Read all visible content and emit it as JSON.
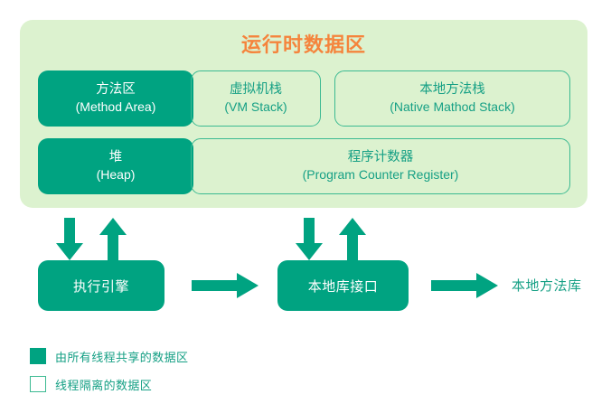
{
  "diagram": {
    "title": "运行时数据区",
    "title_color": "#f5843c",
    "panel_bg": "#dcf2cf",
    "shared_color": "#00a381",
    "isolated_border_color": "#3cba92",
    "isolated_text_color": "#16a085"
  },
  "memory_areas": [
    {
      "cn": "方法区",
      "en": "(Method Area)",
      "kind": "shared"
    },
    {
      "cn": "虚拟机栈",
      "en": "(VM Stack)",
      "kind": "isolated"
    },
    {
      "cn": "本地方法栈",
      "en": "(Native Mathod Stack)",
      "kind": "isolated"
    },
    {
      "cn": "堆",
      "en": "(Heap)",
      "kind": "shared"
    },
    {
      "cn": "程序计数器",
      "en": "(Program Counter Register)",
      "kind": "isolated"
    }
  ],
  "process": {
    "exec_engine": "执行引擎",
    "native_interface": "本地库接口",
    "native_library": "本地方法库"
  },
  "arrows": {
    "down_icon": "arrow-down-icon",
    "up_icon": "arrow-up-icon",
    "right_icon": "arrow-right-icon"
  },
  "legend": [
    {
      "label": "由所有线程共享的数据区",
      "swatch": "filled"
    },
    {
      "label": "线程隔离的数据区",
      "swatch": "outline"
    }
  ]
}
